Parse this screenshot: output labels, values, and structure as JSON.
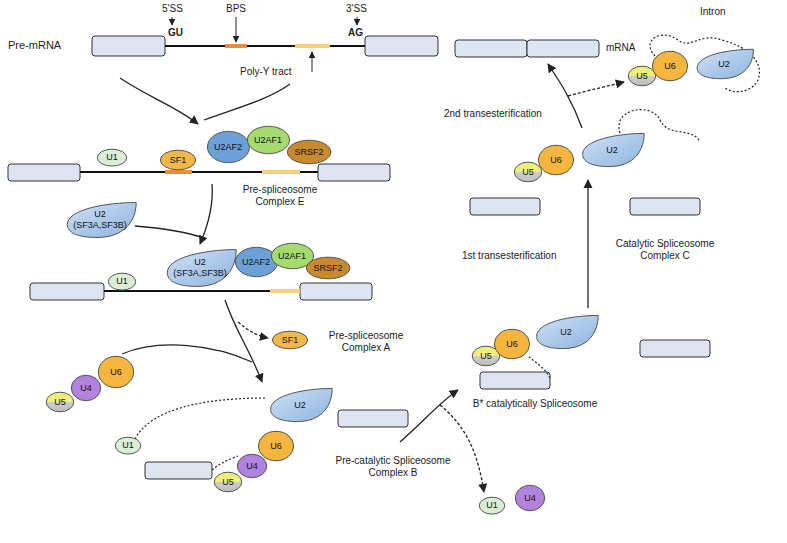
{
  "diagram": {
    "nodes": [
      {
        "text": [
          "U1"
        ]
      },
      {
        "text": [
          "SF1"
        ]
      },
      {
        "text": [
          "U2AF2"
        ]
      },
      {
        "text": [
          "U2AF1"
        ]
      },
      {
        "text": [
          "SRSF2"
        ]
      },
      {
        "text": [
          "U2",
          "(SF3A,SF3B)"
        ]
      },
      {
        "text": [
          "U1"
        ]
      },
      {
        "text": [
          "U2",
          "(SF3A,SF3B)"
        ]
      },
      {
        "text": [
          "U2AF2"
        ]
      },
      {
        "text": [
          "U2AF1"
        ]
      },
      {
        "text": [
          "SRSF2"
        ]
      },
      {
        "text": [
          "SF1"
        ]
      },
      {
        "text": [
          "U5"
        ]
      },
      {
        "text": [
          "U4"
        ]
      },
      {
        "text": [
          "U6"
        ]
      },
      {
        "text": [
          "U1"
        ]
      },
      {
        "text": [
          "U2"
        ]
      },
      {
        "text": [
          "U6"
        ]
      },
      {
        "text": [
          "U4"
        ]
      },
      {
        "text": [
          "U5"
        ]
      },
      {
        "text": [
          "U1"
        ]
      },
      {
        "text": [
          "U4"
        ]
      },
      {
        "text": [
          "U5"
        ]
      },
      {
        "text": [
          "U6"
        ]
      },
      {
        "text": [
          "U2"
        ]
      },
      {
        "text": [
          "U5"
        ]
      },
      {
        "text": [
          "U6"
        ]
      },
      {
        "text": [
          "U2"
        ]
      },
      {
        "text": [
          "U5"
        ]
      },
      {
        "text": [
          "U6"
        ]
      },
      {
        "text": [
          "U2"
        ]
      }
    ],
    "labels": [
      "Pre-mRNA",
      "5'SS",
      "GU",
      "BPS",
      "3'SS",
      "AG",
      "Poly-Y tract",
      "Pre-spliceosome Complex E",
      "Pre-spliceosome Complex A",
      "Pre-catalytic Spliceosome Complex B",
      "B* catalytically Spliceosome",
      "1st transesterification",
      "Catalytic Spliceosome Complex C",
      "2nd transesterification",
      "Intron",
      "mRNA"
    ]
  }
}
